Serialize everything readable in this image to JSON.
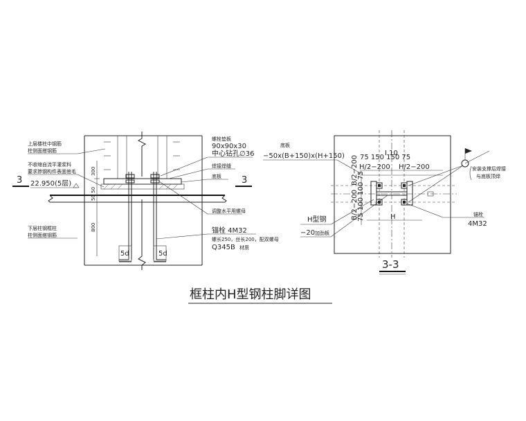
{
  "title": "框柱内H型钢柱脚详图",
  "left_detail": {
    "section_mark": "3",
    "notes": {
      "upper_column": "上层楼柱中钢筋",
      "upper_column_2": "柱侧面搭钢筋",
      "grout_1": "不收缩自流平灌浆料",
      "grout_2": "要求掺钢构件表面凿毛",
      "elevation": "22.950(5层)",
      "lower_column": "下层柱钢框柱",
      "lower_column_2": "柱侧面搭钢筋",
      "washer": "螺栓垫板",
      "washer_size": "90x90x30",
      "hole": "中心钻孔∅36",
      "weld": "焊接焊缝",
      "base": "底板",
      "nut": "调整水平用螺母",
      "bolt": "锚栓 4M32",
      "bolt_spec": "螺长250，丝长200，配双螺母",
      "steel": "Q345B",
      "steel_note": "材质",
      "dim_300": "300",
      "dim_50_50": "50 50",
      "dim_800": "800",
      "dim_5d_a": "5d",
      "dim_5d_b": "5d"
    }
  },
  "right_detail": {
    "label": "3-3",
    "notes": {
      "base": "底板",
      "base_size": "−50x(B+150)x(H+150)",
      "section": "I 10",
      "dims_top": "75 150 150 75",
      "half_h_a": "H/2−200",
      "half_h_b": "H/2−200",
      "dims_left": "75 100 100 75",
      "half_b_a": "B/2−200",
      "half_b_b": "B/2−200",
      "h_steel": "H型钢",
      "plate": "−20",
      "plate_note": "加劲板",
      "support": "安装支撑后焊接",
      "support_2": "与底板顶焊",
      "anchor": "锚栓",
      "anchor_size": "4M32",
      "dim_h": "H"
    }
  }
}
